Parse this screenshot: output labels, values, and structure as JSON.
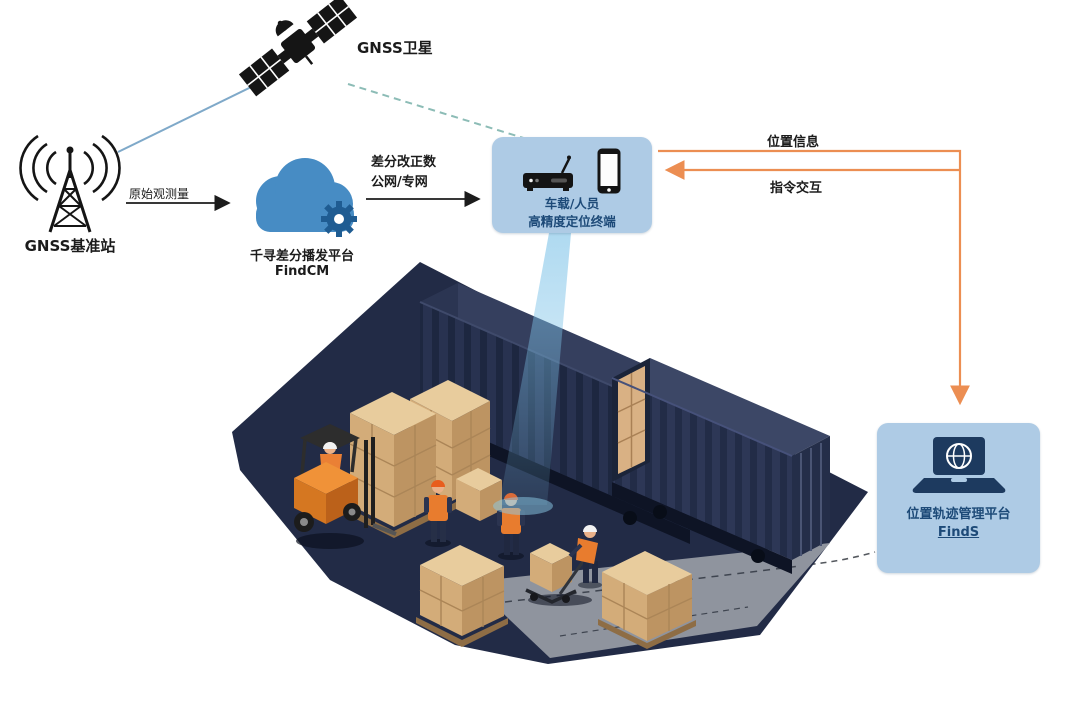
{
  "nodes": {
    "satellite": {
      "label": "GNSS卫星"
    },
    "base_station": {
      "label": "GNSS基准站"
    },
    "cloud": {
      "name": "千寻差分播发平台",
      "product": "FindCM"
    },
    "terminal": {
      "line1": "车载/人员",
      "line2": "高精度定位终端"
    },
    "management": {
      "name": "位置轨迹管理平台",
      "product": "FindS"
    }
  },
  "edges": {
    "raw": {
      "label": "原始观测量"
    },
    "correction": {
      "line1": "差分改正数",
      "line2": "公网/专网"
    },
    "location": {
      "label": "位置信息"
    },
    "command": {
      "label": "指令交互"
    }
  },
  "icons": [
    "satellite-icon",
    "base-station-icon",
    "cloud-platform-icon",
    "gear-icon",
    "vehicle-terminal-icon",
    "phone-icon",
    "laptop-globe-icon",
    "warehouse-scene",
    "positioning-beam"
  ],
  "colors": {
    "panel_bg": "#aecbe5",
    "panel_text": "#1d4a78",
    "orange_arrow": "#ec8e52",
    "teal_dashed_line": "#8cbcb6",
    "blue_line": "#7fa9c9",
    "black_arrow": "#1c1c1c",
    "cloud_blue": "#478cc4",
    "gear_blue": "#1f5c92",
    "container_navy": "#283250",
    "floor_navy": "#222b46",
    "walkway_gray": "#8f949e",
    "carton_tan": "#d3ac79",
    "forklift_orange": "#f09238",
    "beam_blue": "#7ec3e8"
  }
}
